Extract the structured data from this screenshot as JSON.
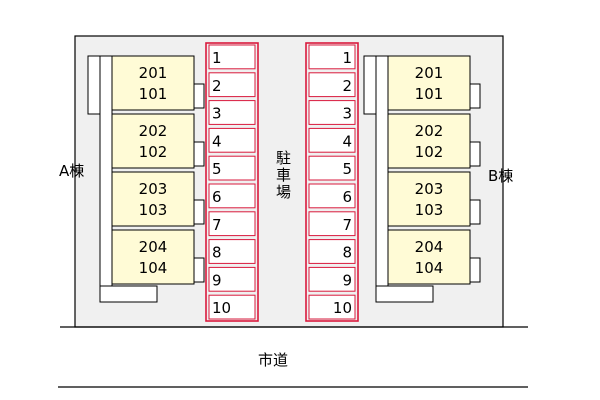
{
  "building_a": {
    "label": "A棟",
    "units": [
      {
        "upper": "201",
        "lower": "101"
      },
      {
        "upper": "202",
        "lower": "102"
      },
      {
        "upper": "203",
        "lower": "103"
      },
      {
        "upper": "204",
        "lower": "104"
      }
    ]
  },
  "building_b": {
    "label": "B棟",
    "units": [
      {
        "upper": "201",
        "lower": "101"
      },
      {
        "upper": "202",
        "lower": "102"
      },
      {
        "upper": "203",
        "lower": "103"
      },
      {
        "upper": "204",
        "lower": "104"
      }
    ]
  },
  "parking": {
    "label": "駐車場",
    "left_slots": [
      "1",
      "2",
      "3",
      "4",
      "5",
      "6",
      "7",
      "8",
      "9",
      "10"
    ],
    "right_slots": [
      "1",
      "2",
      "3",
      "4",
      "5",
      "6",
      "7",
      "8",
      "9",
      "10"
    ]
  },
  "road": {
    "label": "市道"
  },
  "colors": {
    "slot_border": "#d91a3c",
    "unit_fill": "#fffbd6",
    "site_fill": "#f0f0f0"
  }
}
